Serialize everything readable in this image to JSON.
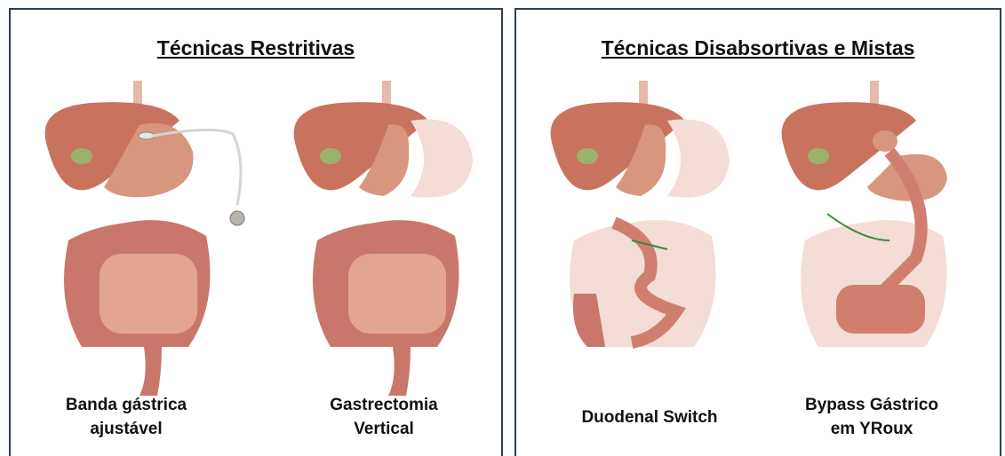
{
  "panels": {
    "left": {
      "title": "Técnicas Restritivas",
      "items": [
        {
          "caption_line1": "Banda gástrica",
          "caption_line2": "ajustável"
        },
        {
          "caption_line1": "Gastrectomia",
          "caption_line2": "Vertical"
        }
      ]
    },
    "right": {
      "title": "Técnicas Disabsortivas e Mistas",
      "items": [
        {
          "caption_line1": "Duodenal Switch",
          "caption_line2": ""
        },
        {
          "caption_line1": "Bypass Gástrico",
          "caption_line2": "em YRoux"
        }
      ]
    }
  },
  "colors": {
    "border": "#2d3f57",
    "liver": "#c8735e",
    "stomach": "#d9967f",
    "intestine": "#c9776b",
    "faded": "#f3ddd6",
    "gallbladder": "#9bb26a",
    "bile_arrow": "#3c8a3a"
  },
  "icons": [
    "liver-icon",
    "stomach-icon",
    "gallbladder-icon",
    "intestine-icon",
    "gastric-band-port-icon"
  ]
}
